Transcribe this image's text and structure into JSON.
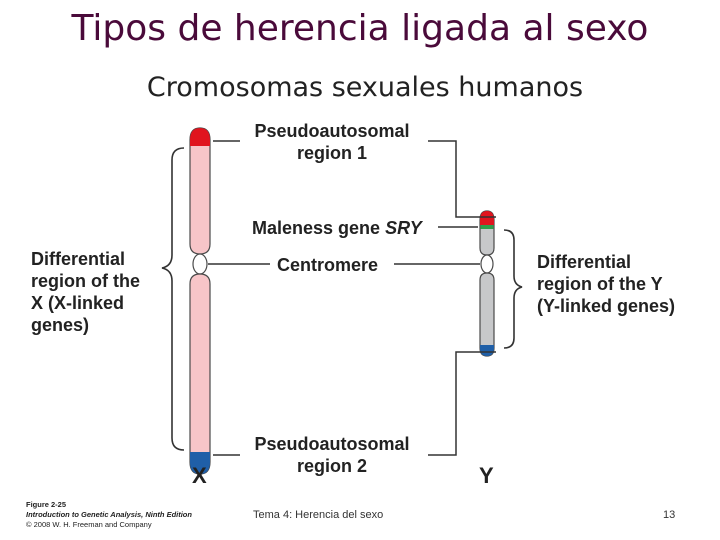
{
  "slide": {
    "title": "Tipos de herencia ligada al sexo",
    "subtitle": "Cromosomas sexuales humanos"
  },
  "diagram": {
    "pseudo1": [
      "Pseudoautosomal",
      "region 1"
    ],
    "maleness_prefix": "Maleness gene ",
    "maleness_gene": "SRY",
    "centromere": "Centromere",
    "diff_x": [
      "Differential",
      "region of the",
      "X (X-linked",
      "genes)"
    ],
    "diff_y": [
      "Differential",
      "region of the Y",
      "(Y-linked genes)"
    ],
    "pseudo2": [
      "Pseudoautosomal",
      "region 2"
    ],
    "x_label": "X",
    "y_label": "Y",
    "colors": {
      "x_chromosome": "#f7c5c8",
      "y_chromosome": "#c7c8ca",
      "pseudoautosomal_1": "#e0141e",
      "pseudoautosomal_2": "#1f5fa8",
      "sry_band": "#2e9e4a"
    }
  },
  "credit": {
    "figure": "Figure 2-25",
    "book": "Introduction to Genetic Analysis, Ninth Edition",
    "copyright": "© 2008 W. H. Freeman and Company"
  },
  "footer": {
    "course": "Tema 4: Herencia del sexo",
    "page": "13"
  }
}
